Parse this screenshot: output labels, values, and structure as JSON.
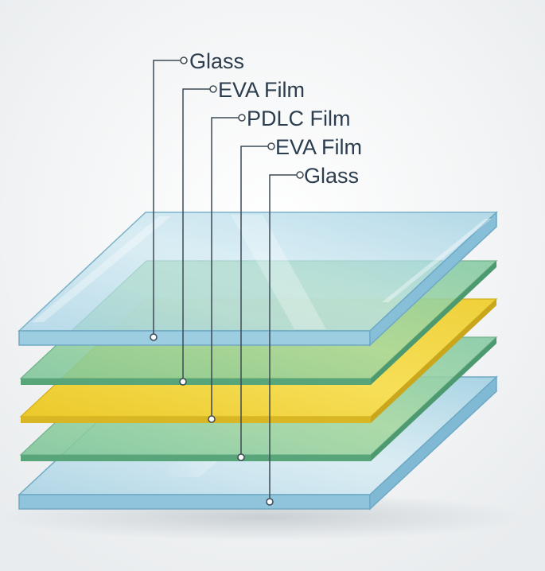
{
  "diagram": {
    "labels": [
      "Glass",
      "EVA Film",
      "PDLC Film",
      "EVA Film",
      "Glass"
    ],
    "layers": [
      {
        "name": "Glass",
        "color": "#a9d6e6"
      },
      {
        "name": "EVA Film",
        "color": "#8fd0a4"
      },
      {
        "name": "PDLC Film",
        "color": "#f2d53a"
      },
      {
        "name": "EVA Film",
        "color": "#8fd0a4"
      },
      {
        "name": "Glass",
        "color": "#a9d6e6"
      }
    ]
  }
}
